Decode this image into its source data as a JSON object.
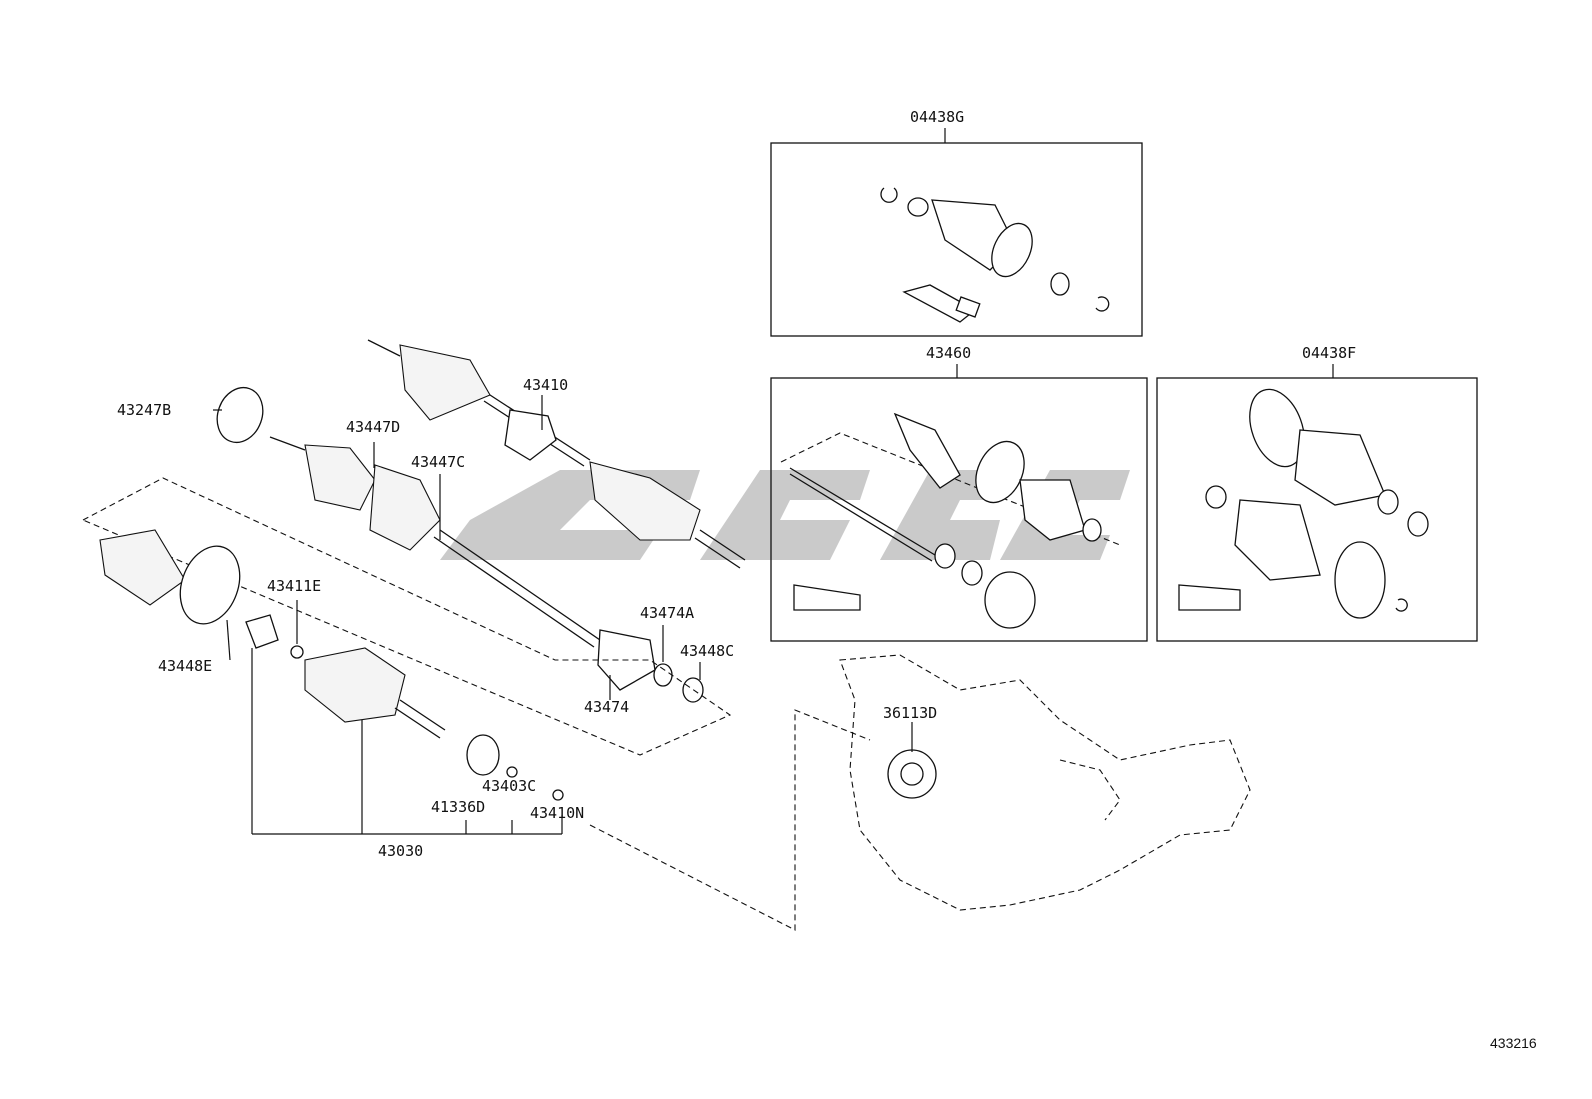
{
  "labels": {
    "kit_g": "04438G",
    "kit_inner": "43460",
    "kit_f": "04438F",
    "shaft_rh": "43410",
    "ring_43247b": "43247B",
    "boot_43447d": "43447D",
    "boot_43447c": "43447C",
    "snap_43411e": "43411E",
    "band_43474a": "43474A",
    "clamp_43448c": "43448C",
    "boot_43448e": "43448E",
    "damper_43474": "43474",
    "seal_43403c": "43403C",
    "seal_41336d": "41336D",
    "ring_43410n": "43410N",
    "shaft_43030": "43030",
    "seal_36113d": "36113D"
  },
  "figure_number": "433216",
  "colors": {
    "line": "#111111",
    "watermark": "#8a8a8a",
    "background": "#ffffff"
  }
}
